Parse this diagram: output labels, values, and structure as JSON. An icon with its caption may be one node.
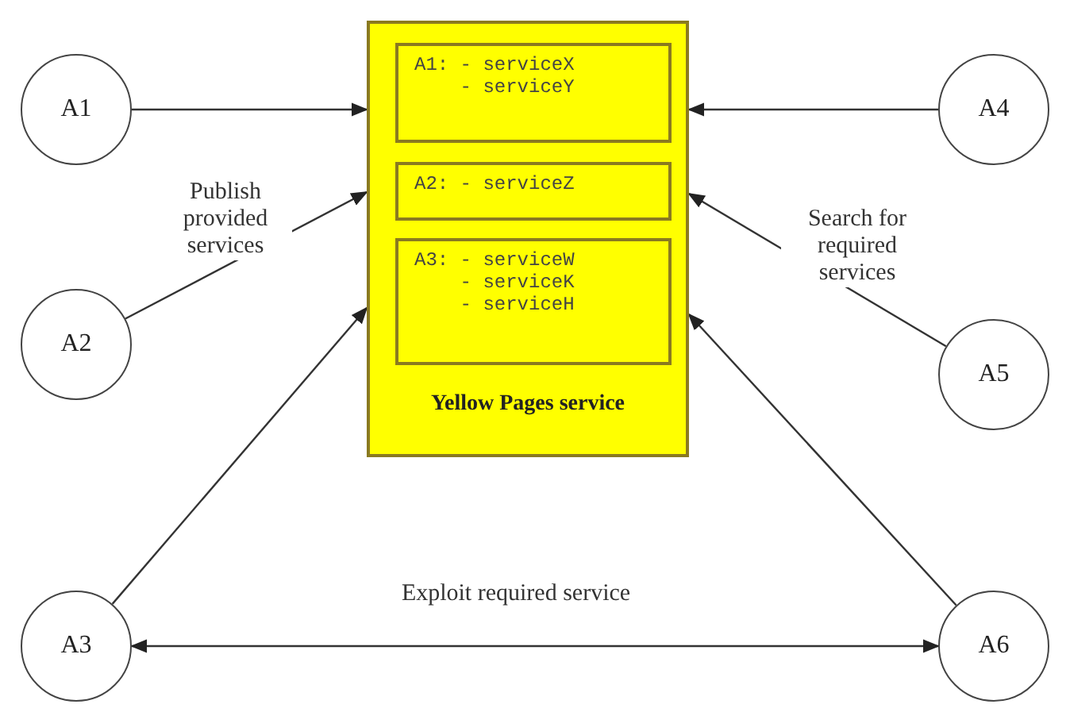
{
  "diagram": {
    "nodes": [
      {
        "text": [
          "Yellow Pages service"
        ]
      },
      {
        "text": [
          "A1: - serviceX - serviceY"
        ],
        "in": 0
      },
      {
        "text": [
          "A2: - serviceZ"
        ],
        "in": 0
      },
      {
        "text": [
          "A3: - serviceW - serviceK - serviceH"
        ],
        "in": 0
      },
      {
        "text": [
          "A1"
        ]
      },
      {
        "text": [
          "A2"
        ]
      },
      {
        "text": [
          "A3"
        ]
      },
      {
        "text": [
          "A4"
        ]
      },
      {
        "text": [
          "A5"
        ]
      },
      {
        "text": [
          "A6"
        ]
      }
    ],
    "edges": [
      {
        "from": 4,
        "to": 0,
        "arrow": "to"
      },
      {
        "from": 5,
        "to": 0,
        "arrow": "to",
        "label": "Publish provided services"
      },
      {
        "from": 6,
        "to": 0,
        "arrow": "to"
      },
      {
        "from": 7,
        "to": 0,
        "arrow": "to"
      },
      {
        "from": 8,
        "to": 0,
        "arrow": "to",
        "label": "Search for required services"
      },
      {
        "from": 9,
        "to": 0,
        "arrow": "to"
      },
      {
        "from": 6,
        "to": 9,
        "arrow": "both",
        "label": "Exploit required service"
      }
    ]
  }
}
